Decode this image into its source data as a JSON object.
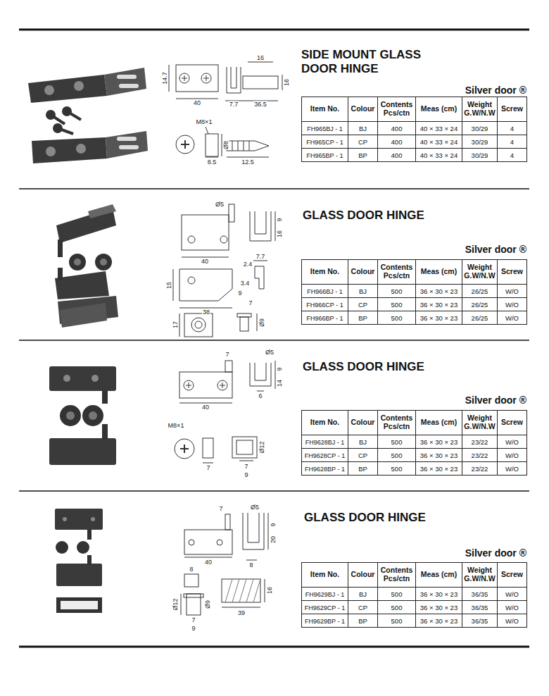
{
  "diagram": {
    "labels": [
      "16",
      "14.7",
      "16",
      "40",
      "7.7",
      "36.5",
      "M8×1",
      "Ø8",
      "8.5",
      "12.5",
      "SIDE MOUNT GLASS DOOR HINGE",
      "Silver door ®",
      "Item No.",
      "Colour",
      "Contents Pcs/ctn",
      "Meas (cm)",
      "Weight G.W/N.W",
      "Screw",
      "FH965BJ - 1",
      "BJ",
      "400",
      "40 × 33 × 24",
      "30/29",
      "4",
      "FH965CP - 1",
      "CP",
      "400",
      "40 × 33 × 24",
      "30/29",
      "4",
      "FH965BP - 1",
      "BP",
      "400",
      "40 × 33 × 24",
      "30/29",
      "4",
      "Ø5",
      "9",
      "16",
      "40",
      "7.7",
      "2.4",
      "15",
      "3.4",
      "38",
      "9",
      "7",
      "17",
      "Ø9",
      "GLASS DOOR HINGE",
      "Silver door ®",
      "Item No.",
      "Colour",
      "Contents Pcs/ctn",
      "Meas (cm)",
      "Weight G.W/N.W",
      "Screw",
      "FH966BJ - 1",
      "BJ",
      "500",
      "36 × 30 × 23",
      "26/25",
      "W/O",
      "FH966CP - 1",
      "CP",
      "500",
      "36 × 30 × 23",
      "26/25",
      "W/O",
      "FH966BP - 1",
      "BP",
      "500",
      "36 × 30 × 23",
      "26/25",
      "W/O",
      "7",
      "Ø5",
      "9",
      "14",
      "40",
      "6",
      "M8×1",
      "Ø12",
      "7",
      "7",
      "9",
      "GLASS DOOR HINGE",
      "Silver door ®",
      "Item No.",
      "Colour",
      "Contents Pcs/ctn",
      "Meas (cm)",
      "Weight G.W/N.W",
      "Screw",
      "FH9628BJ - 1",
      "BJ",
      "500",
      "36 × 30 × 23",
      "23/22",
      "W/O",
      "FH9628CP - 1",
      "CP",
      "500",
      "36 × 30 × 23",
      "23/22",
      "W/O",
      "FH9628BP - 1",
      "BP",
      "500",
      "36 × 30 × 23",
      "23/22",
      "W/O",
      "7",
      "Ø5",
      "9",
      "20",
      "40",
      "8",
      "8",
      "Ø12",
      "Ø9",
      "16",
      "7",
      "9",
      "39",
      "GLASS DOOR HINGE",
      "Silver door ®",
      "Item No.",
      "Colour",
      "Contents Pcs/ctn",
      "Meas (cm)",
      "Weight G.W/N.W",
      "Screw",
      "FH9629BJ - 1",
      "BJ",
      "500",
      "36 × 30 × 23",
      "36/35",
      "W/O",
      "FH9629CP - 1",
      "CP",
      "500",
      "36 × 30 × 23",
      "36/35",
      "W/O",
      "FH9629BP - 1",
      "BP",
      "500",
      "36 × 30 × 23",
      "36/35",
      "W/O"
    ]
  }
}
